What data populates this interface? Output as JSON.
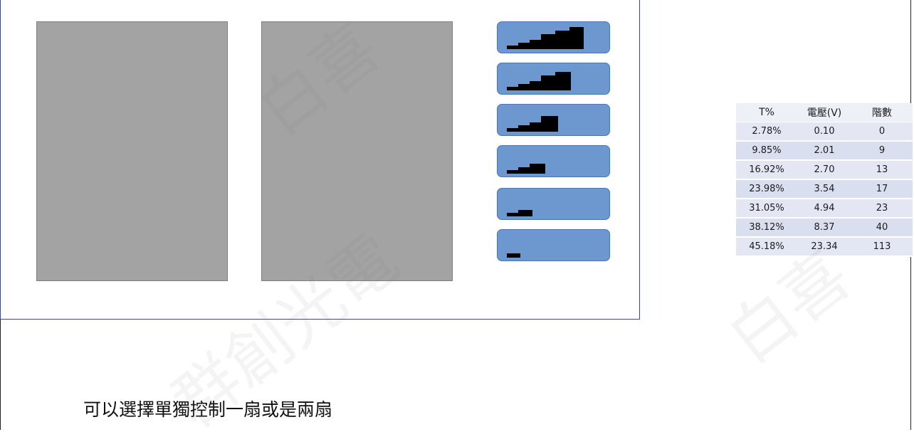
{
  "fans": {
    "left_label": "fan-left",
    "right_label": "fan-right"
  },
  "levels": [
    {
      "id": "level-6",
      "steps": 6
    },
    {
      "id": "level-5",
      "steps": 5
    },
    {
      "id": "level-4",
      "steps": 4
    },
    {
      "id": "level-3",
      "steps": 3
    },
    {
      "id": "level-2",
      "steps": 2
    },
    {
      "id": "level-1",
      "steps": 1
    }
  ],
  "table": {
    "headers": [
      "T%",
      "電壓(V)",
      "階數"
    ],
    "rows": [
      [
        "2.78%",
        "0.10",
        "0"
      ],
      [
        "9.85%",
        "2.01",
        "9"
      ],
      [
        "16.92%",
        "2.70",
        "13"
      ],
      [
        "23.98%",
        "3.54",
        "17"
      ],
      [
        "31.05%",
        "4.94",
        "23"
      ],
      [
        "38.12%",
        "8.37",
        "40"
      ],
      [
        "45.18%",
        "23.34",
        "113"
      ]
    ]
  },
  "caption": "可以選擇單獨控制一扇或是兩扇",
  "watermark": {
    "text_a": "群創光電",
    "text_b": "白喜"
  },
  "colors": {
    "panel_gray": "#a3a3a3",
    "button_blue": "#6c97cf",
    "table_header": "#eef0f8",
    "table_row": "#e4e7f3"
  }
}
